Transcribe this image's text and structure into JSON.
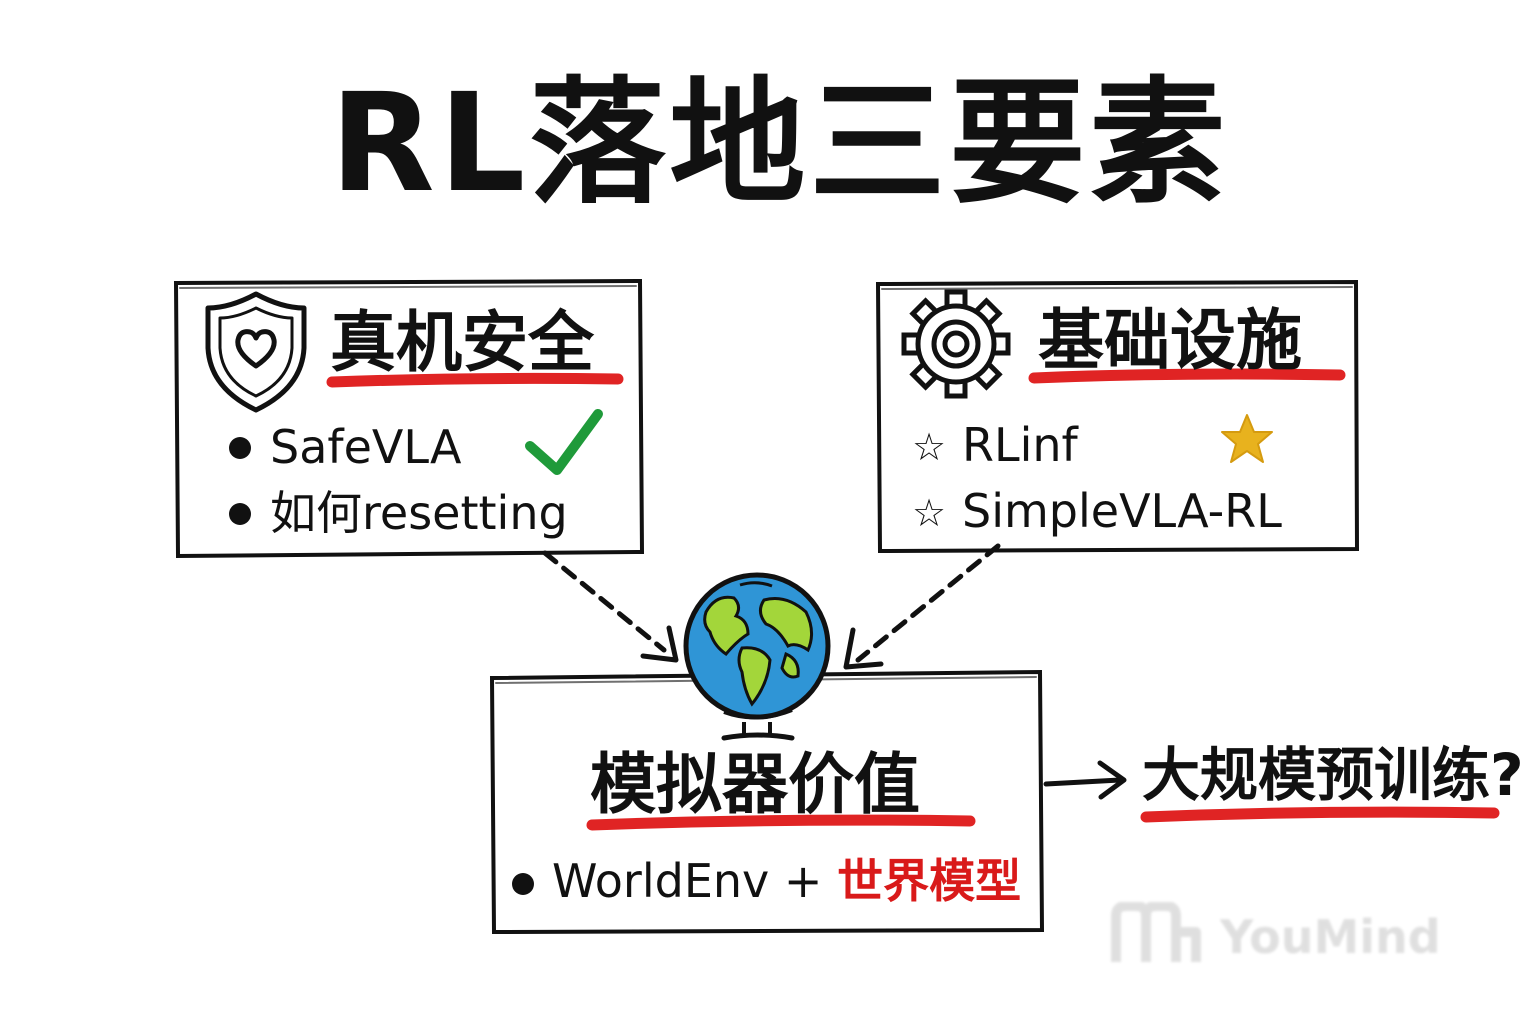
{
  "title": "RL落地三要素",
  "boxes": {
    "safety": {
      "heading": "真机安全",
      "items": [
        "SafeVLA",
        "如何resetting"
      ],
      "icon": "shield-heart-icon",
      "check_icon": "checkmark-icon"
    },
    "infra": {
      "heading": "基础设施",
      "items": [
        "RLinf",
        "SimpleVLA-RL"
      ],
      "icon": "gear-icon",
      "star_icon": "gold-star-icon"
    },
    "simulator": {
      "heading": "模拟器价值",
      "item_prefix": "WorldEnv +",
      "item_highlight": "世界模型",
      "icon": "globe-icon"
    }
  },
  "side_note": "大规模预训练?",
  "watermark": "YouMind",
  "colors": {
    "ink": "#111111",
    "underline_red": "#e02424",
    "check_green": "#1f9a3a",
    "star_gold": "#e8b21e",
    "ocean_blue": "#2f95d6",
    "land_green": "#a3d63a"
  }
}
